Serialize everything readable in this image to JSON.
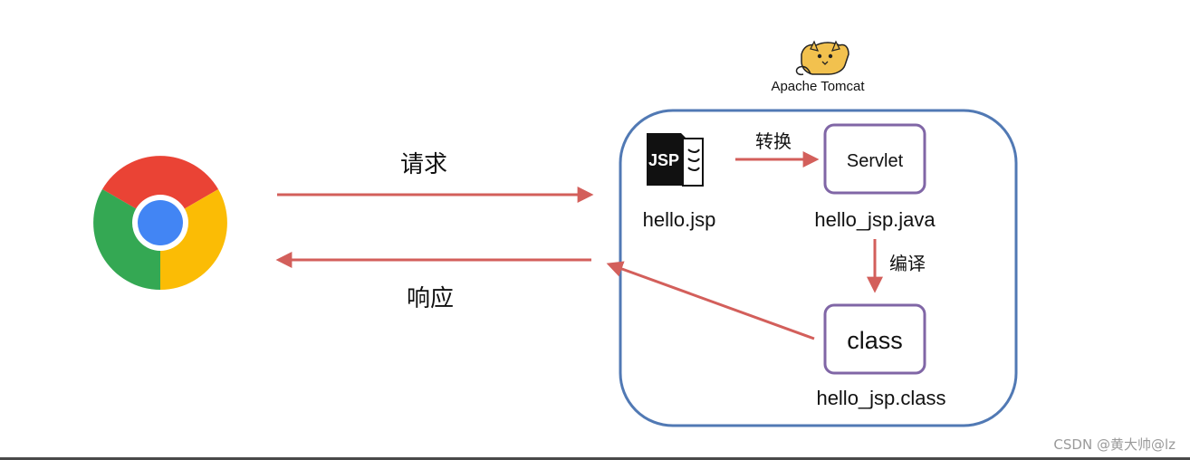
{
  "tomcat": {
    "label": "Apache Tomcat",
    "icon": "tomcat-cat-logo"
  },
  "browser": {
    "icon": "chrome-logo-icon"
  },
  "arrows": {
    "request_label": "请求",
    "response_label": "响应",
    "convert_label": "转换",
    "compile_label": "编译",
    "color": "#d35f5b"
  },
  "nodes": {
    "jsp": {
      "icon": "jsp-file-icon",
      "icon_text": "JSP",
      "caption": "hello.jsp"
    },
    "servlet": {
      "label": "Servlet",
      "caption": "hello_jsp.java"
    },
    "class": {
      "label": "class",
      "caption": "hello_jsp.class"
    }
  },
  "colors": {
    "container_border": "#5179b4",
    "node_border": "#8066a6",
    "text": "#111111"
  },
  "watermark": "CSDN @黄大帅@lz"
}
